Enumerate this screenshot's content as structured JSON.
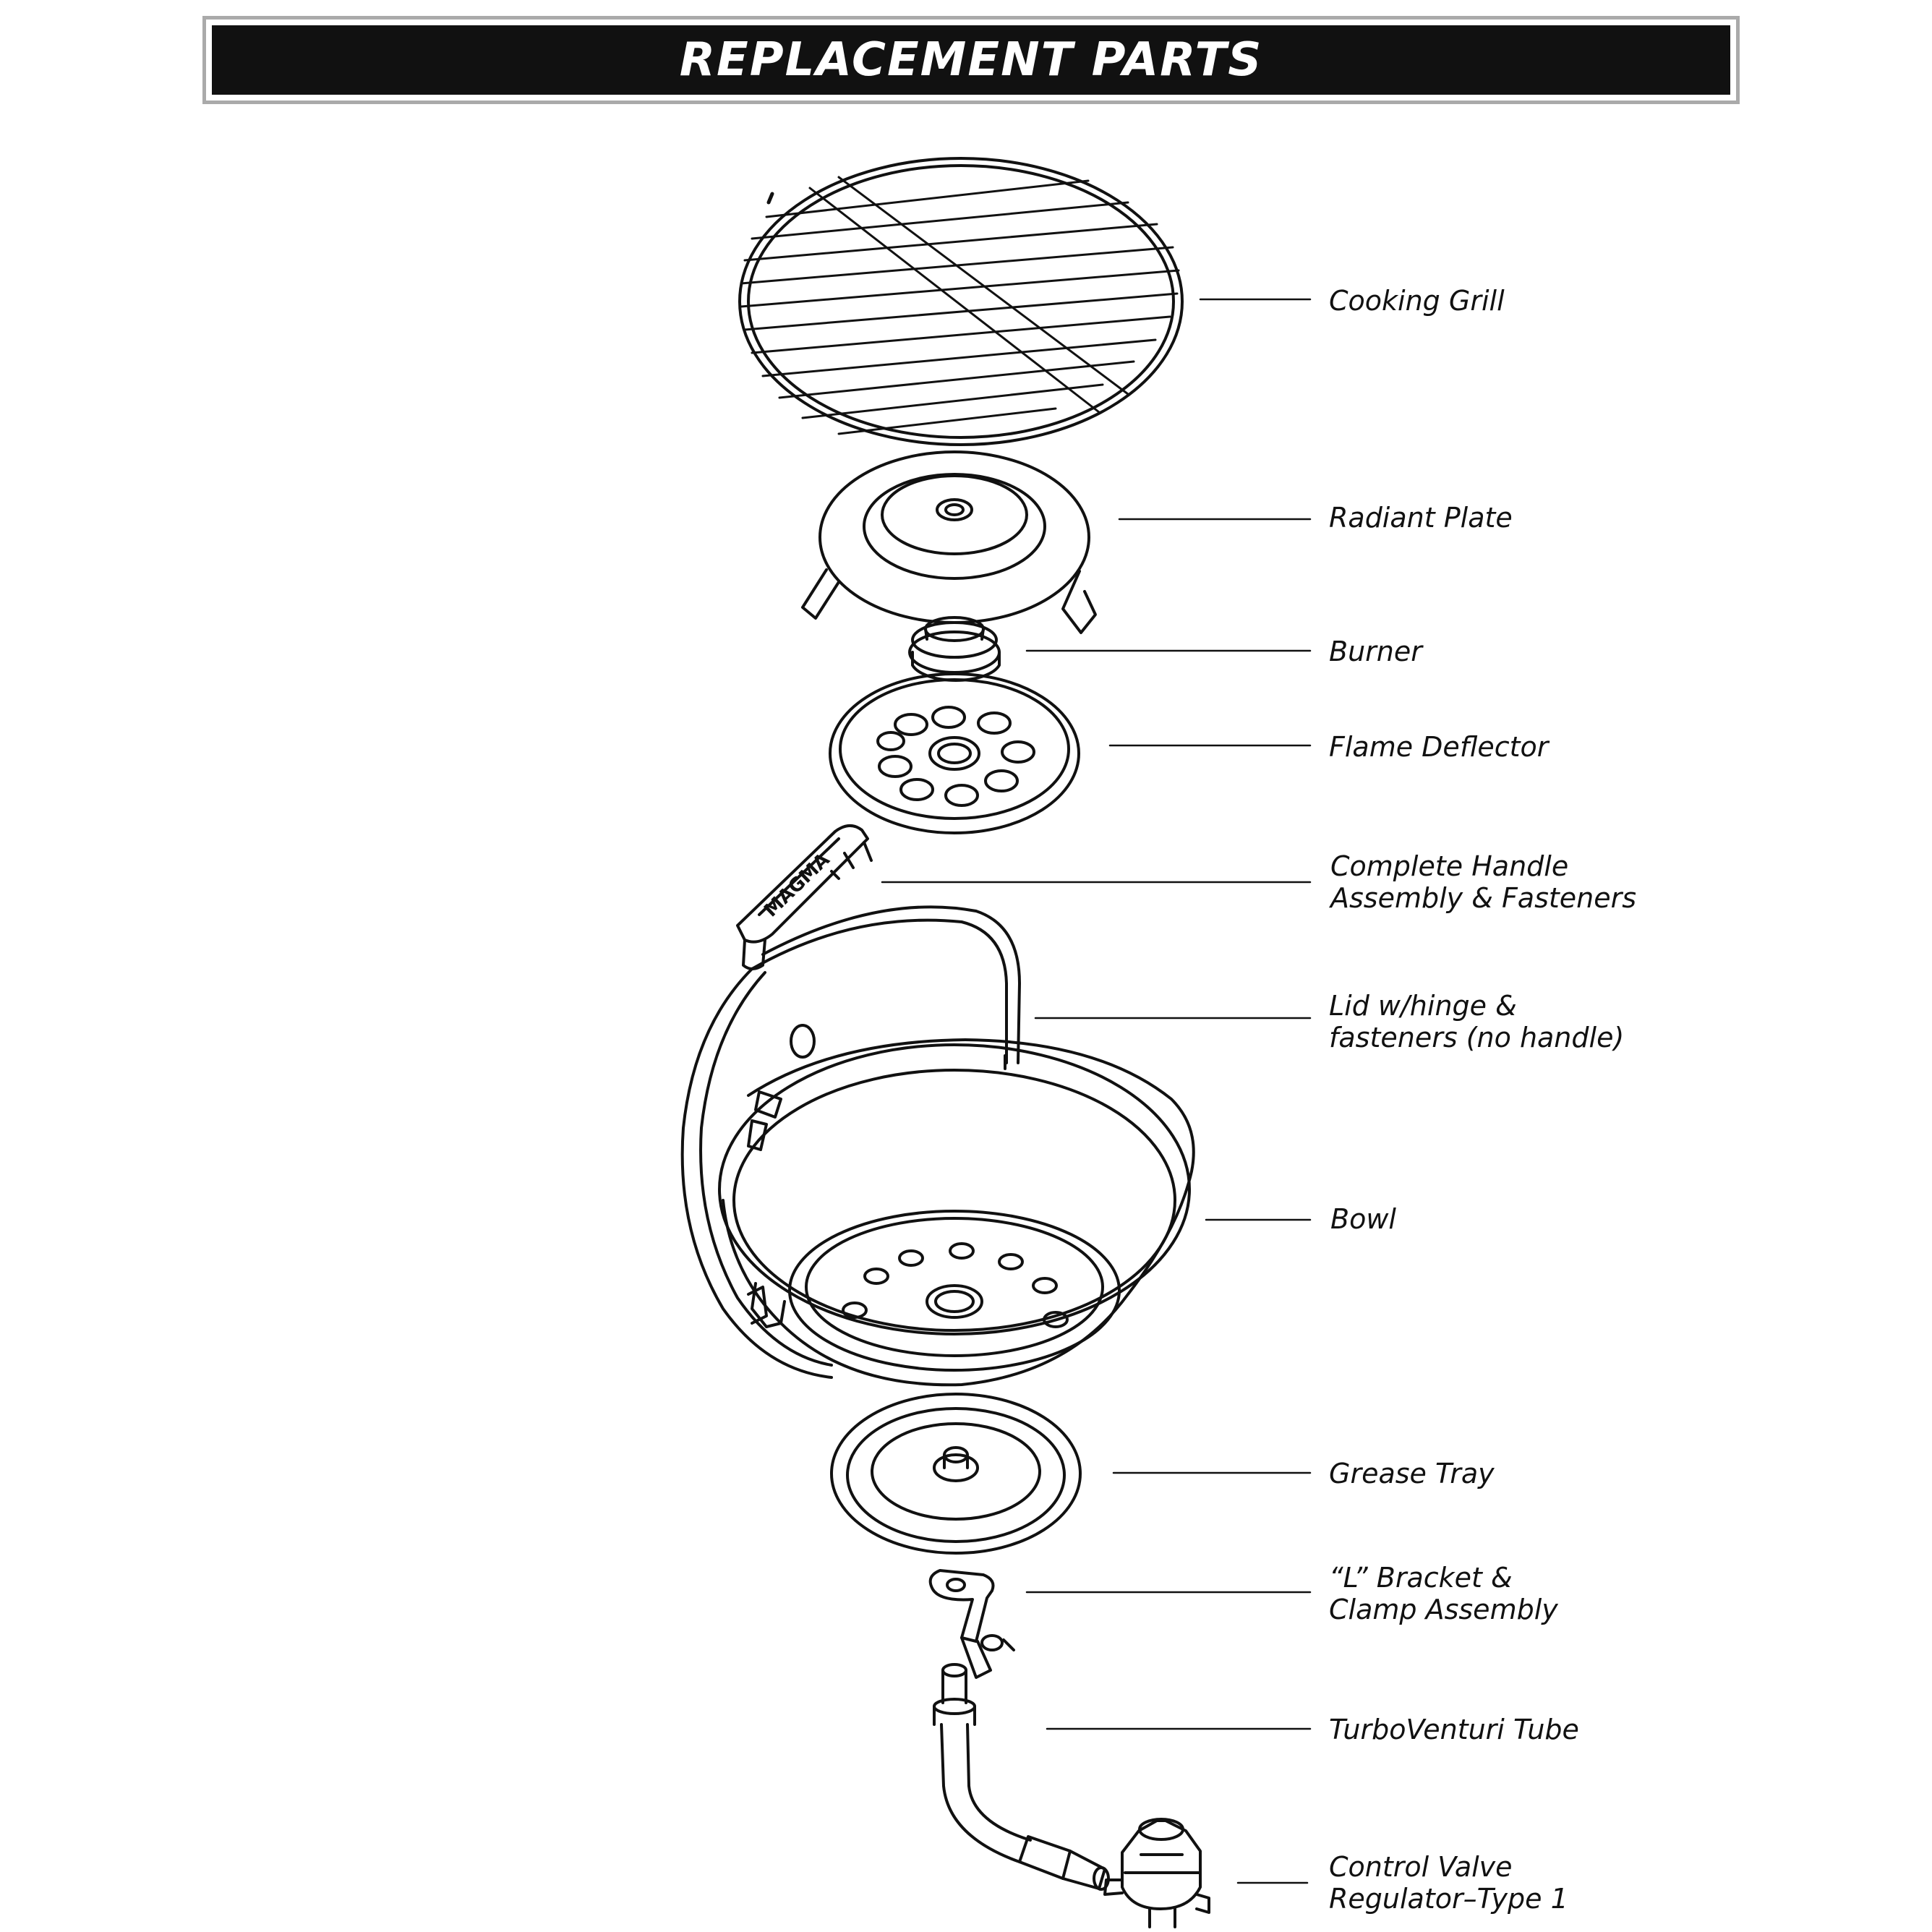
{
  "title": "REPLACEMENT PARTS",
  "parts": {
    "cooking_grill": "Cooking Grill",
    "radiant_plate": "Radiant Plate",
    "burner": "Burner",
    "flame_deflector": "Flame Deflector",
    "handle_1": "Complete Handle",
    "handle_2": "Assembly & Fasteners",
    "lid_1": "Lid w/hinge &",
    "lid_2": "fasteners (no handle)",
    "bowl": "Bowl",
    "grease_tray": "Grease Tray",
    "bracket_1": "“L” Bracket &",
    "bracket_2": "Clamp Assembly",
    "venturi": "TurboVenturi Tube",
    "valve_1": "Control Valve",
    "valve_2": "Regulator–Type 1"
  },
  "brand": "MAGMA",
  "colors": {
    "ink": "#111111",
    "title_bg": "#111111",
    "frame": "#aaaaaa"
  }
}
